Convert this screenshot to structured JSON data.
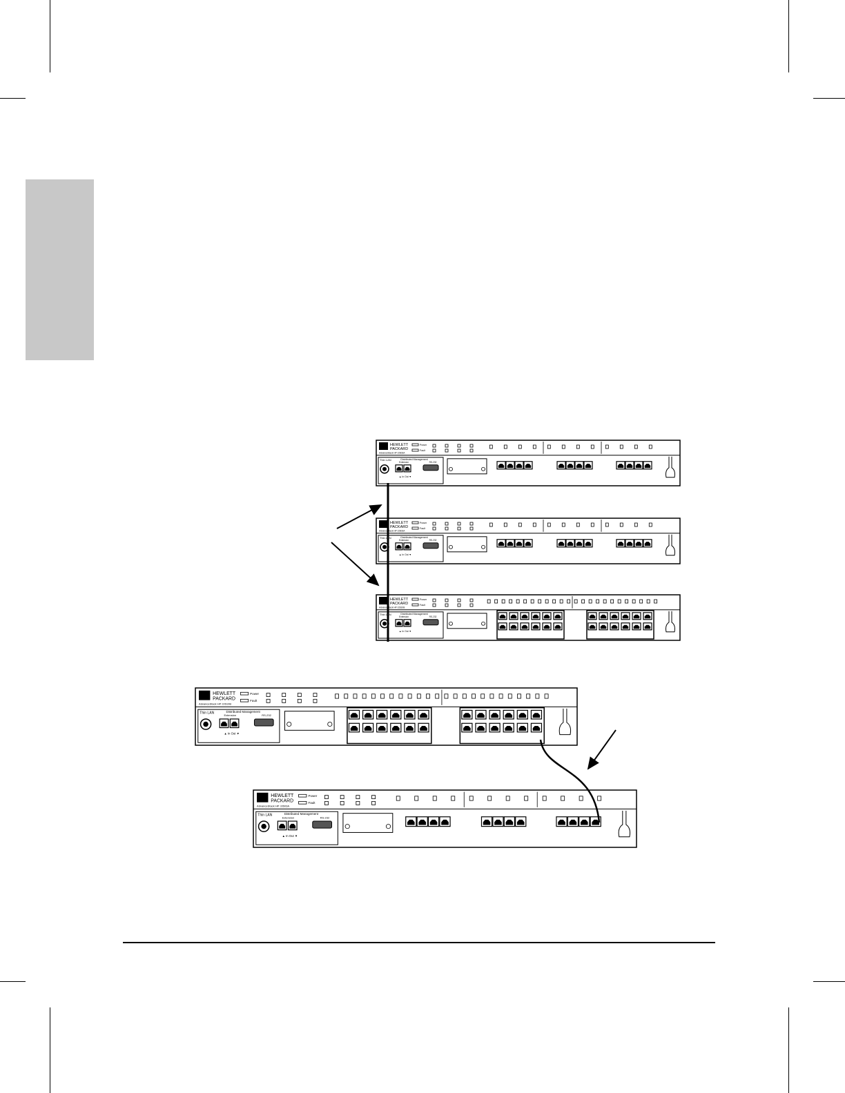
{
  "brand": {
    "line1": "HEWLETT",
    "line2": "PACKARD"
  },
  "led_labels": {
    "power": "Power",
    "fault": "Fault"
  },
  "panel": {
    "thin_lan": "Thin LAN",
    "dist_mgmt": "Distributed Management",
    "extension": "Extension",
    "rs232": "RS-232",
    "in": "In",
    "out": "Out"
  },
  "hubs": [
    {
      "model": "AdvanceStack HP J2603A",
      "ports_type": "12-port"
    },
    {
      "model": "AdvanceStack HP J2603A",
      "ports_type": "12-port"
    },
    {
      "model": "AdvanceStack HP J2610B",
      "ports_type": "24-port"
    },
    {
      "model": "AdvanceStack HP J2610B",
      "ports_type": "24-port"
    },
    {
      "model": "AdvanceStack HP J2603A",
      "ports_type": "12-port"
    }
  ],
  "colors": {
    "gray_tab": "#c8c8c8",
    "ink": "#000000"
  }
}
